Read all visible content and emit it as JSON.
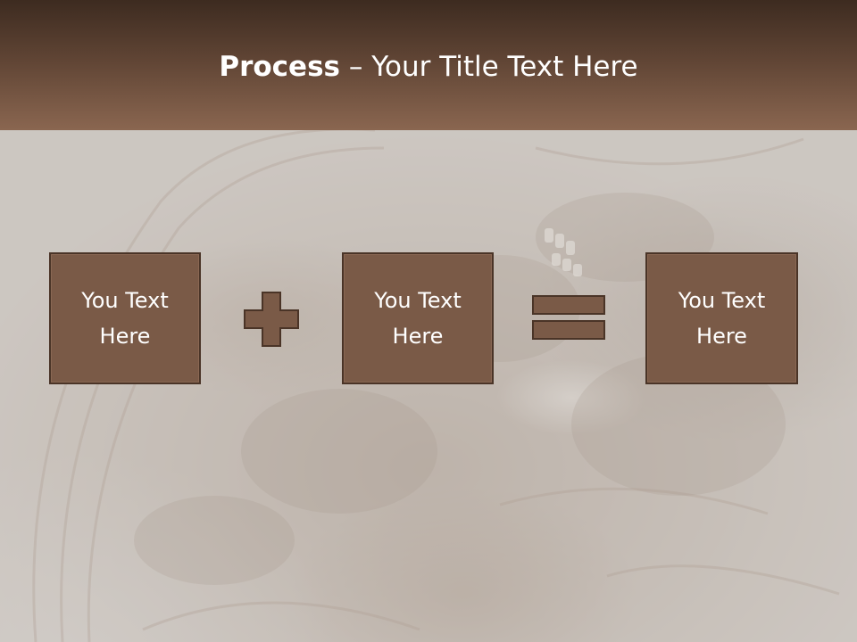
{
  "slide": {
    "title_bold": "Process",
    "title_rest": " – Your Title Text Here"
  },
  "boxes": [
    {
      "text": "You Text Here"
    },
    {
      "text": "You Text Here"
    },
    {
      "text": "You Text Here"
    }
  ],
  "icons": {
    "operator_1": "plus-icon",
    "operator_2": "equals-icon"
  },
  "colors": {
    "title_bar_top": "#3d2b20",
    "title_bar_bottom": "#8a6650",
    "box_fill": "#7a5a47",
    "box_border": "#4a3427",
    "title_text": "#ffffff"
  }
}
